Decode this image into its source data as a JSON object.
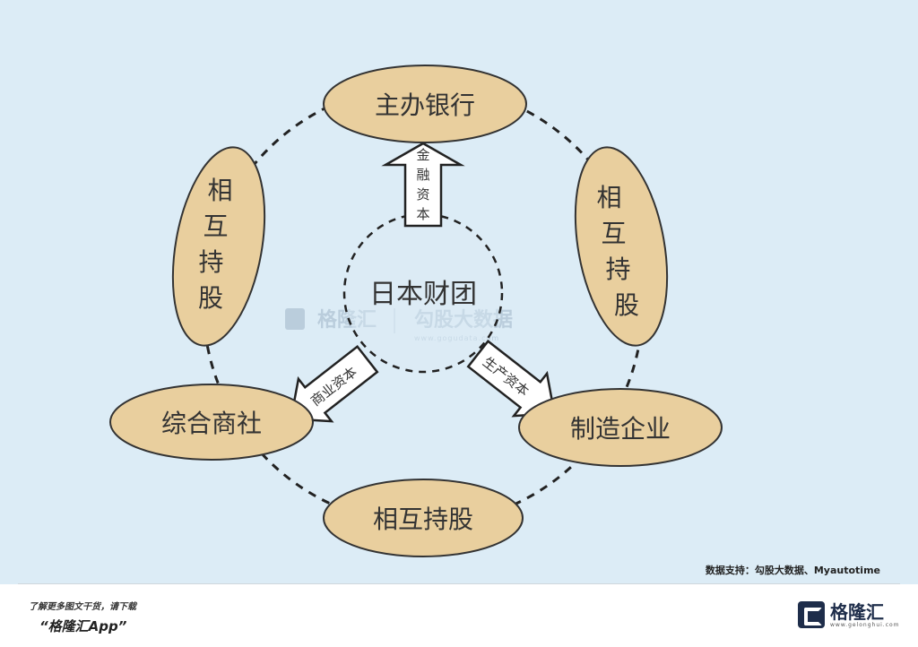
{
  "diagram": {
    "center": "日本财团",
    "nodes": {
      "top": "主办银行",
      "right_top": "相互持股",
      "left_top": "相互持股",
      "bottom_left": "综合商社",
      "bottom_right": "制造企业",
      "bottom": "相互持股"
    },
    "arrows": {
      "up": "金融资本",
      "left": "商业资本",
      "right": "生产资本"
    },
    "watermark": {
      "brand": "格隆汇",
      "partner": "勾股大数据",
      "url": "www.gogudata.com"
    }
  },
  "source_note": "数据支持：勾股大数据、Myautotime",
  "footer": {
    "promo_line1": "了解更多图文干货，请下载",
    "promo_line2": "“格隆汇App”",
    "logo_name": "格隆汇",
    "logo_url": "www.gelonghui.com"
  },
  "colors": {
    "background": "#dcecf6",
    "ellipse_fill": "#e9cf9e",
    "stroke": "#333333"
  }
}
